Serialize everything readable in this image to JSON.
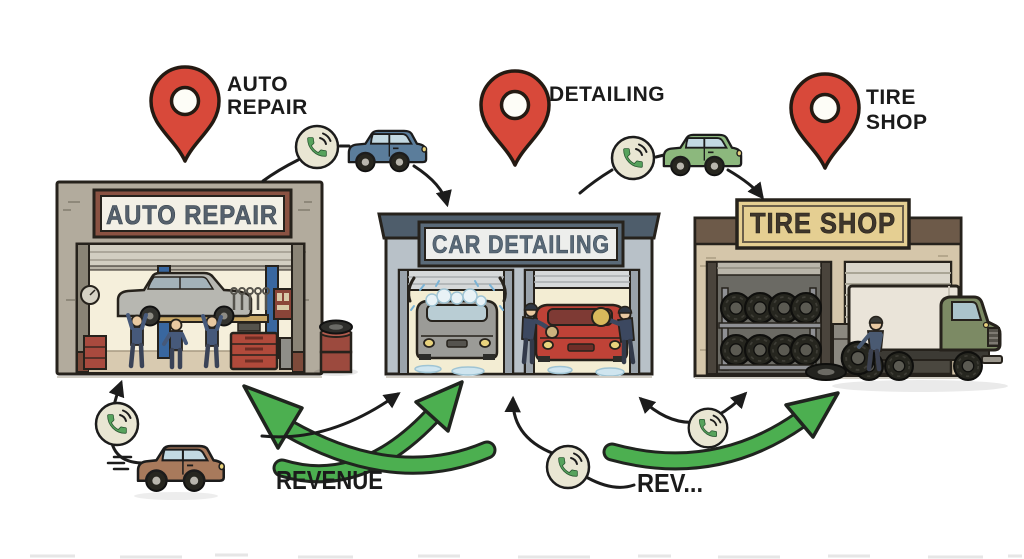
{
  "pins": [
    {
      "id": "auto-repair",
      "line1": "AUTO",
      "line2": "REPAIR"
    },
    {
      "id": "detailing",
      "line1": "DETAILING",
      "line2": ""
    },
    {
      "id": "tire-shop",
      "line1": "TIRE",
      "line2": "SHOP"
    }
  ],
  "buildings": [
    {
      "id": "auto-repair",
      "sign": "AUTO REPAIR"
    },
    {
      "id": "car-detailing",
      "sign": "CAR DETAILING"
    },
    {
      "id": "tire-shop",
      "sign": "TIRE SHOP"
    }
  ],
  "flow": {
    "revenue_label": "REVENUE",
    "revenue_truncated_label": "REV..."
  },
  "icons": {
    "map_pin": "map-pin-icon",
    "phone": "phone-call-icon",
    "car_blue": "car-icon",
    "car_green": "car-icon",
    "car_brown": "car-icon"
  },
  "colors": {
    "pin_red": "#d8493a",
    "arrow_green": "#4caf50",
    "phone_green": "#57a35d",
    "phone_badge_bg": "#e9e6d3",
    "label_text": "#1b1b1b",
    "car_blue": "#5b7d9b",
    "car_green": "#8cb87d",
    "car_brown": "#a87a5c"
  }
}
